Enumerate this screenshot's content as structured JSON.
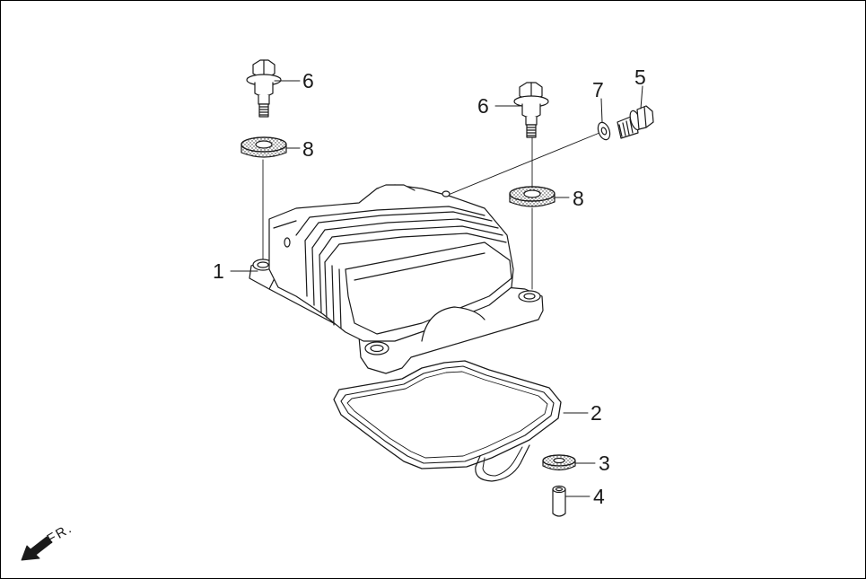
{
  "colors": {
    "line": "#1a1a1a",
    "fill": "#ffffff",
    "dots": "#333333"
  },
  "callouts": [
    {
      "id": "1",
      "label": "1"
    },
    {
      "id": "2",
      "label": "2"
    },
    {
      "id": "3",
      "label": "3"
    },
    {
      "id": "4",
      "label": "4"
    },
    {
      "id": "5",
      "label": "5"
    },
    {
      "id": "6a",
      "label": "6"
    },
    {
      "id": "6b",
      "label": "6"
    },
    {
      "id": "7",
      "label": "7"
    },
    {
      "id": "8a",
      "label": "8"
    },
    {
      "id": "8b",
      "label": "8"
    }
  ],
  "direction": {
    "label": "FR.",
    "icon": "front-arrow-icon"
  }
}
